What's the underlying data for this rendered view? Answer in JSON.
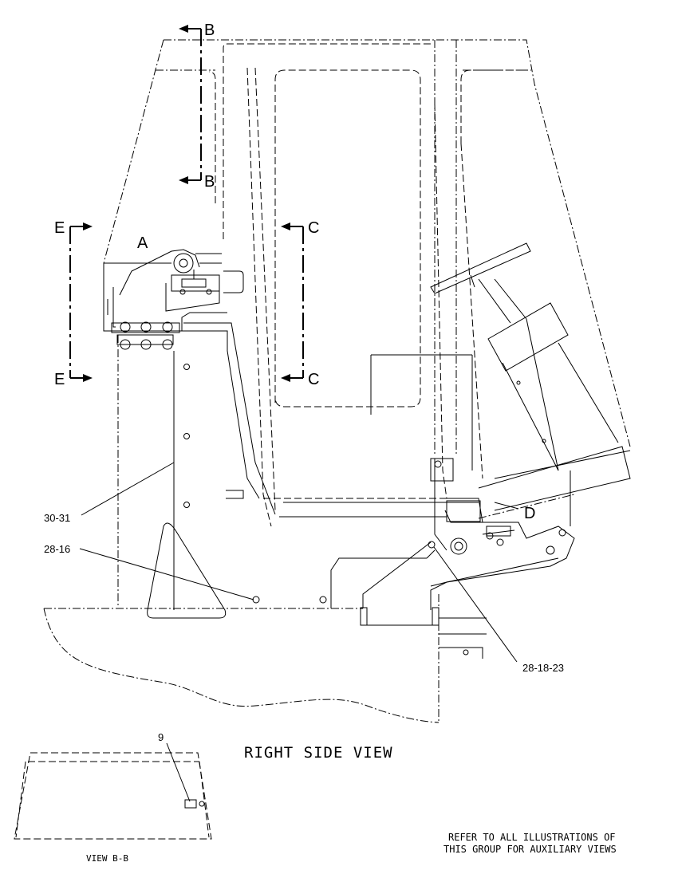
{
  "section_markers": {
    "b_top": "B",
    "b_bottom": "B",
    "c_top": "C",
    "c_bottom": "C",
    "e_top": "E",
    "e_bottom": "E"
  },
  "detail_labels": {
    "a": "A",
    "d": "D"
  },
  "callouts": {
    "c30_31": "30-31",
    "c28_16": "28-16",
    "c28_18_23": "28-18-23",
    "c9": "9"
  },
  "views": {
    "main_title": "RIGHT SIDE VIEW",
    "inset_title": "VIEW B-B"
  },
  "note": {
    "line1": "REFER TO ALL ILLUSTRATIONS OF",
    "line2": "THIS GROUP FOR AUXILIARY VIEWS"
  }
}
